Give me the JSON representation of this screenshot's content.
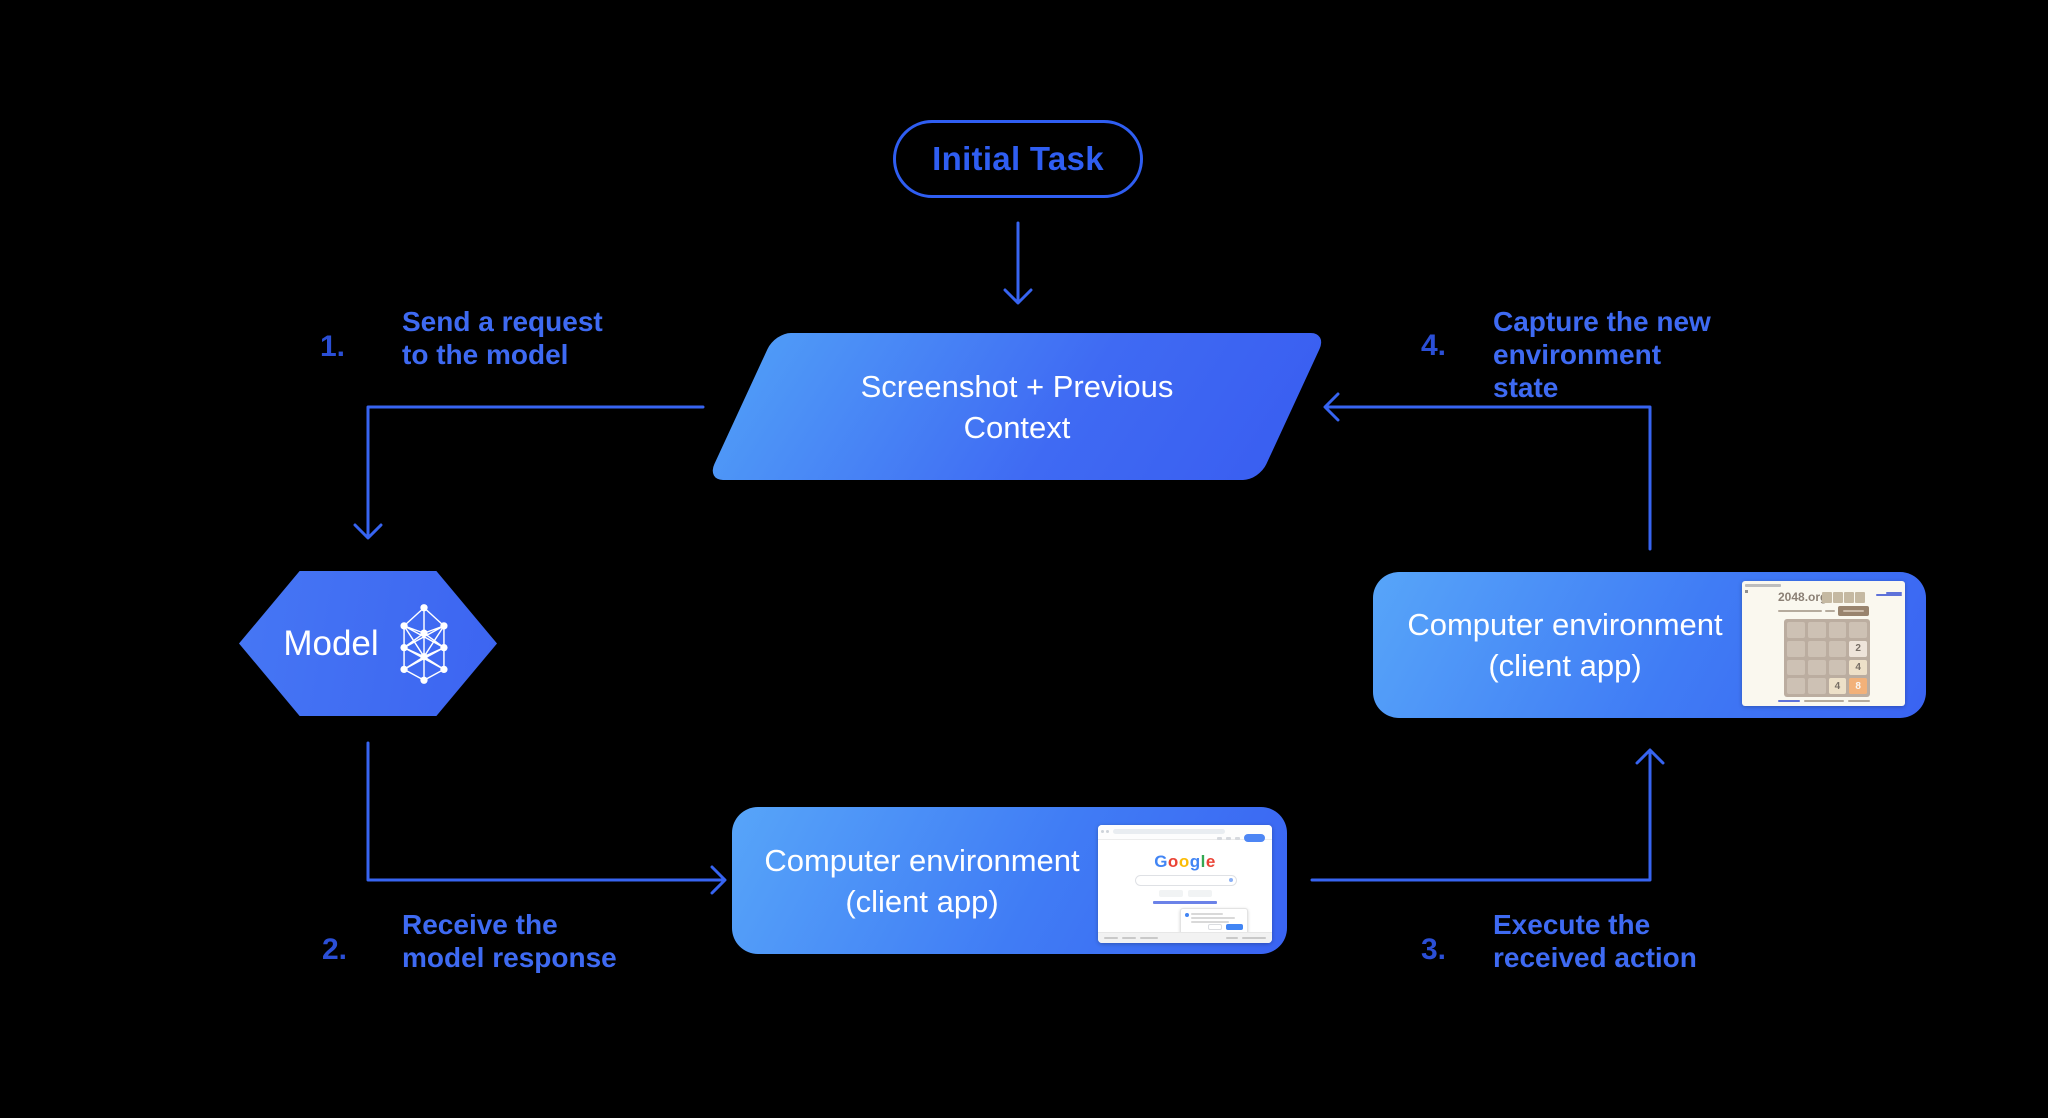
{
  "colors": {
    "background": "#000000",
    "accent_blue": "#3764f1",
    "step_number_blue": "#2b4fd6",
    "step_label_blue": "#3e6af2",
    "shape_gradient_start": "#57a5f9",
    "shape_gradient_end": "#3a63f2"
  },
  "nodes": {
    "initial_task": {
      "label": "Initial Task"
    },
    "screenshot_context": {
      "label": "Screenshot + Previous\nContext"
    },
    "model": {
      "label": "Model"
    },
    "env_action": {
      "label": "Computer environment\n(client app)"
    },
    "env_capture": {
      "label": "Computer environment\n(client app)"
    }
  },
  "steps": [
    {
      "num": "1.",
      "label": "Send a request\nto the model"
    },
    {
      "num": "2.",
      "label": "Receive the\nmodel response"
    },
    {
      "num": "3.",
      "label": "Execute the\nreceived action"
    },
    {
      "num": "4.",
      "label": "Capture the new\nenvironment state"
    }
  ],
  "mini_google": {
    "logo_letters": [
      "G",
      "o",
      "o",
      "g",
      "l",
      "e"
    ]
  },
  "mini_2048": {
    "title": "2048.org",
    "tiles": [
      {
        "value": "2"
      },
      {
        "value": "4"
      },
      {
        "value": "4"
      },
      {
        "value": "8"
      }
    ]
  }
}
